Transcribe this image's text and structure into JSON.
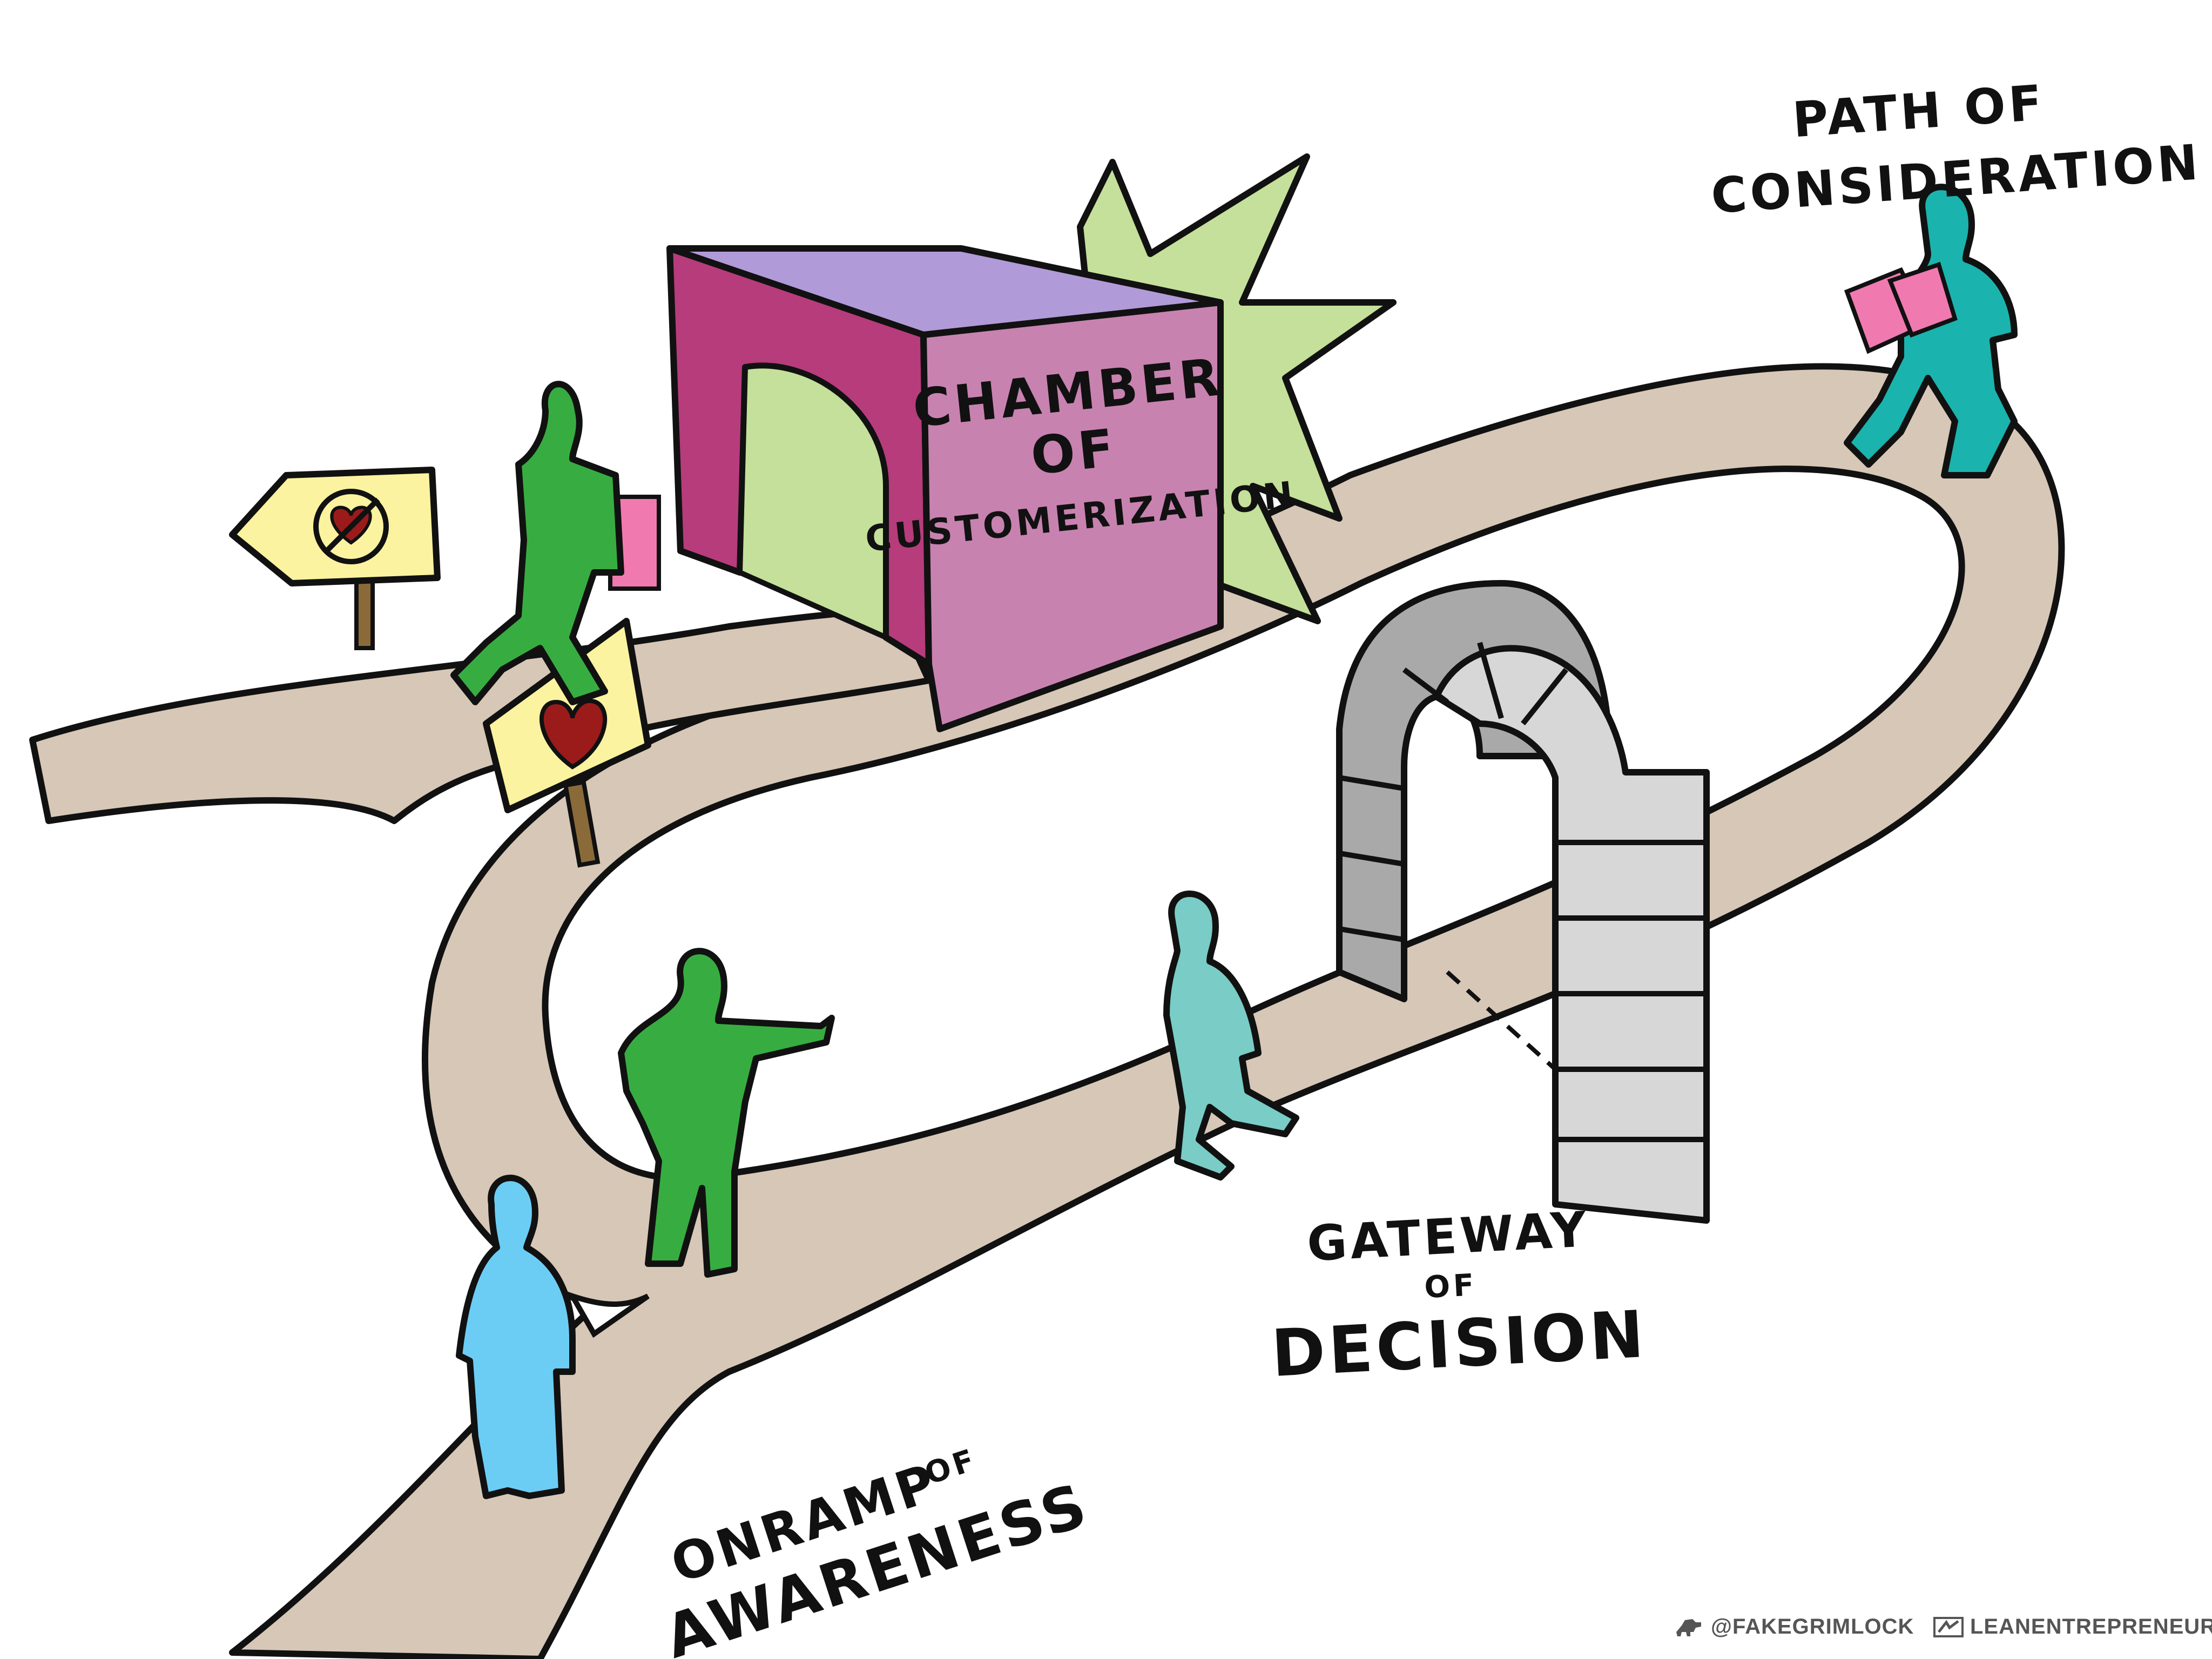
{
  "labels": {
    "chamber": [
      "CHAMBER",
      "OF",
      "CUSTOMERIZATION"
    ],
    "path": [
      "PATH OF",
      "CONSIDERATION"
    ],
    "gateway": [
      "GATEWAY",
      "OF",
      "DECISION"
    ],
    "onramp": [
      "ONRAMP",
      "OF",
      "AWARENESS"
    ]
  },
  "credits": {
    "twitter": "@FAKEGRIMLOCK",
    "site": "LEANENTREPRENEUR.CO"
  },
  "colors": {
    "path": "#d6c7b7",
    "chamber_front": "#c882b0",
    "chamber_side": "#b73c7c",
    "chamber_top": "#b19ad8",
    "burst": "#c4e09a",
    "stone_light": "#d7d7d7",
    "stone_dark": "#a9a9a9",
    "sign": "#fbf39f",
    "heart": "#9b1b1b",
    "figure_green": "#37ad41",
    "figure_blue": "#6ccdf4",
    "figure_aqua": "#7accc6",
    "figure_teal": "#1bb3ad",
    "card_pink": "#f07ab0"
  },
  "icons": [
    "no-heart-icon",
    "heart-icon",
    "dinosaur-icon",
    "logo-icon"
  ]
}
